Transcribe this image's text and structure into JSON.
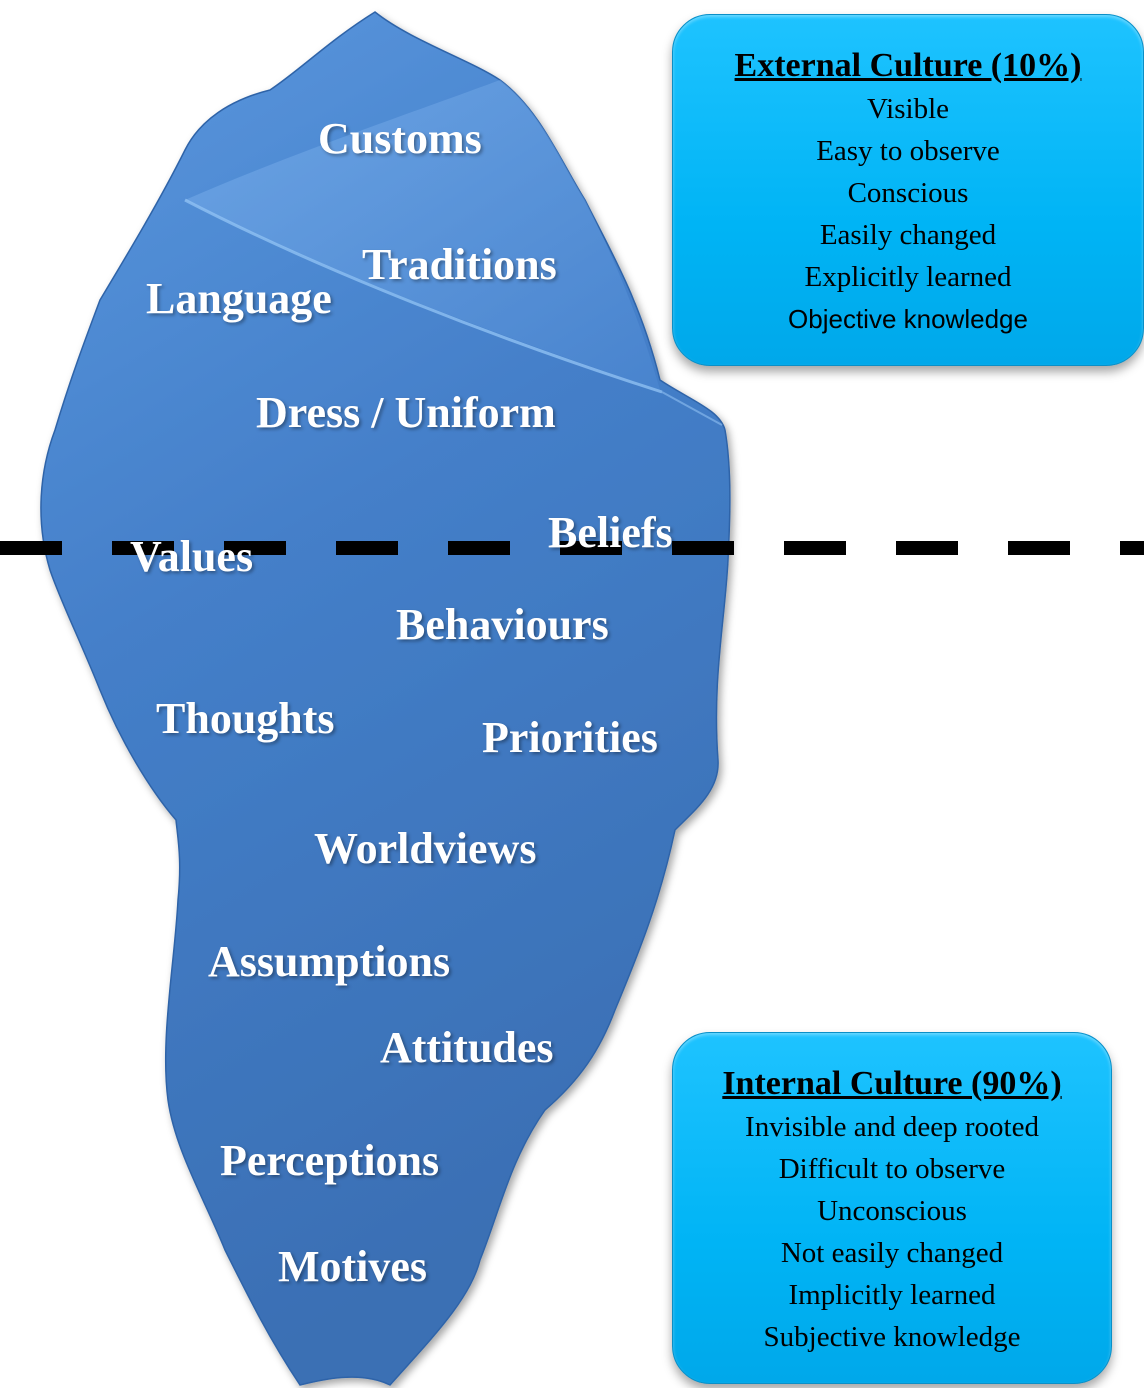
{
  "iceberg": {
    "labels": {
      "customs": "Customs",
      "traditions": "Traditions",
      "language": "Language",
      "dress": "Dress / Uniform",
      "beliefs": "Beliefs",
      "values": "Values",
      "behaviours": "Behaviours",
      "thoughts": "Thoughts",
      "priorities": "Priorities",
      "worldviews": "Worldviews",
      "assumptions": "Assumptions",
      "attitudes": "Attitudes",
      "perceptions": "Perceptions",
      "motives": "Motives"
    }
  },
  "external_box": {
    "title": "External Culture (10%)",
    "lines": [
      "Visible",
      "Easy to observe",
      "Conscious",
      "Easily changed",
      "Explicitly learned",
      "Objective knowledge"
    ]
  },
  "internal_box": {
    "title": "Internal Culture (90%)",
    "lines": [
      "Invisible and deep rooted",
      "Difficult to observe",
      "Unconscious",
      "Not easily changed",
      "Implicitly learned",
      "Subjective knowledge"
    ]
  },
  "colors": {
    "iceberg_light": "#5a95dc",
    "iceberg_mid": "#3e7cc8",
    "iceberg_dark": "#2f5f9e",
    "box_fill": "#00b4f5",
    "waterline": "#000000"
  }
}
